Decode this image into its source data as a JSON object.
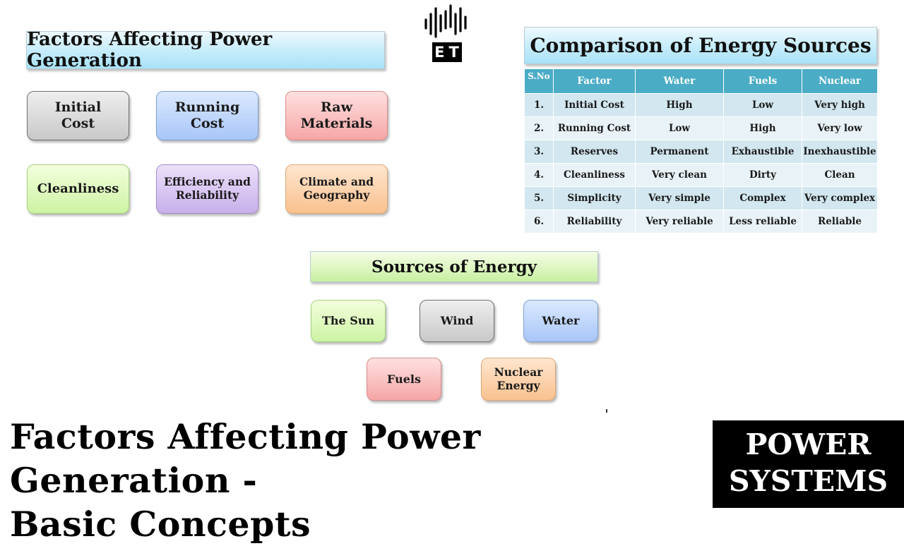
{
  "factors": {
    "title": "Factors Affecting Power Generation",
    "items": [
      {
        "label": "Initial\nCost",
        "color": "#c9c9c9"
      },
      {
        "label": "Running\nCost",
        "color": "#a8c6f7"
      },
      {
        "label": "Raw\nMaterials",
        "color": "#f6a6a6"
      },
      {
        "label": "Cleanliness",
        "color": "#cdf3a5"
      },
      {
        "label": "Efficiency and\nReliability",
        "color": "#c8b0ea"
      },
      {
        "label": "Climate and\nGeography",
        "color": "#f9c18f"
      }
    ]
  },
  "comparison": {
    "title": "Comparison of Energy Sources",
    "headers": [
      "S.No",
      "Factor",
      "Water",
      "Fuels",
      "Nuclear"
    ],
    "rows": [
      [
        "1.",
        "Initial Cost",
        "High",
        "Low",
        "Very high"
      ],
      [
        "2.",
        "Running Cost",
        "Low",
        "High",
        "Very low"
      ],
      [
        "3.",
        "Reserves",
        "Permanent",
        "Exhaustible",
        "Inexhaustible"
      ],
      [
        "4.",
        "Cleanliness",
        "Very clean",
        "Dirty",
        "Clean"
      ],
      [
        "5.",
        "Simplicity",
        "Very simple",
        "Complex",
        "Very complex"
      ],
      [
        "6.",
        "Reliability",
        "Very reliable",
        "Less reliable",
        "Reliable"
      ]
    ],
    "header_color": "#4bacc6"
  },
  "sources": {
    "title": "Sources of Energy",
    "items": [
      {
        "label": "The Sun",
        "color": "#cdf3a5"
      },
      {
        "label": "Wind",
        "color": "#c9c9c9"
      },
      {
        "label": "Water",
        "color": "#a8c6f7"
      },
      {
        "label": "Fuels",
        "color": "#f6a6a6"
      },
      {
        "label": "Nuclear\nEnergy",
        "color": "#f9c18f"
      }
    ]
  },
  "logo": {
    "text": "ET",
    "icon": "sound-wave-icon"
  },
  "footer": {
    "title_line1": "Factors Affecting Power Generation -",
    "title_line2": "Basic Concepts",
    "badge_line1": "POWER",
    "badge_line2": "SYSTEMS"
  }
}
